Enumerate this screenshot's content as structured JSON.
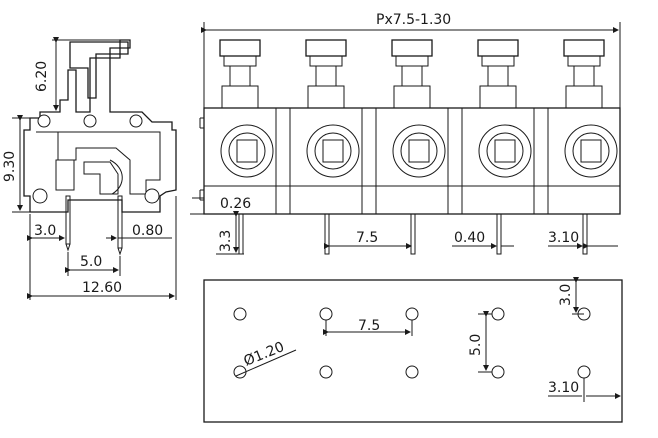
{
  "side_view": {
    "height_top": "6.20",
    "height_total": "9.30",
    "pin_offset": "3.0",
    "pin_width": "0.80",
    "pin_spacing": "5.0",
    "overall_width": "12.60"
  },
  "front_view": {
    "length_formula": "Px7.5-1.30",
    "base_offset": "0.26",
    "pin_length": "3.3",
    "pitch": "7.5",
    "pin_thickness": "0.40",
    "end_offset": "3.10"
  },
  "pcb_layout": {
    "hole_diameter": "Ø1.20",
    "pitch": "7.5",
    "row_spacing": "5.0",
    "edge_offset_y": "3.0",
    "edge_offset_x": "3.10"
  }
}
